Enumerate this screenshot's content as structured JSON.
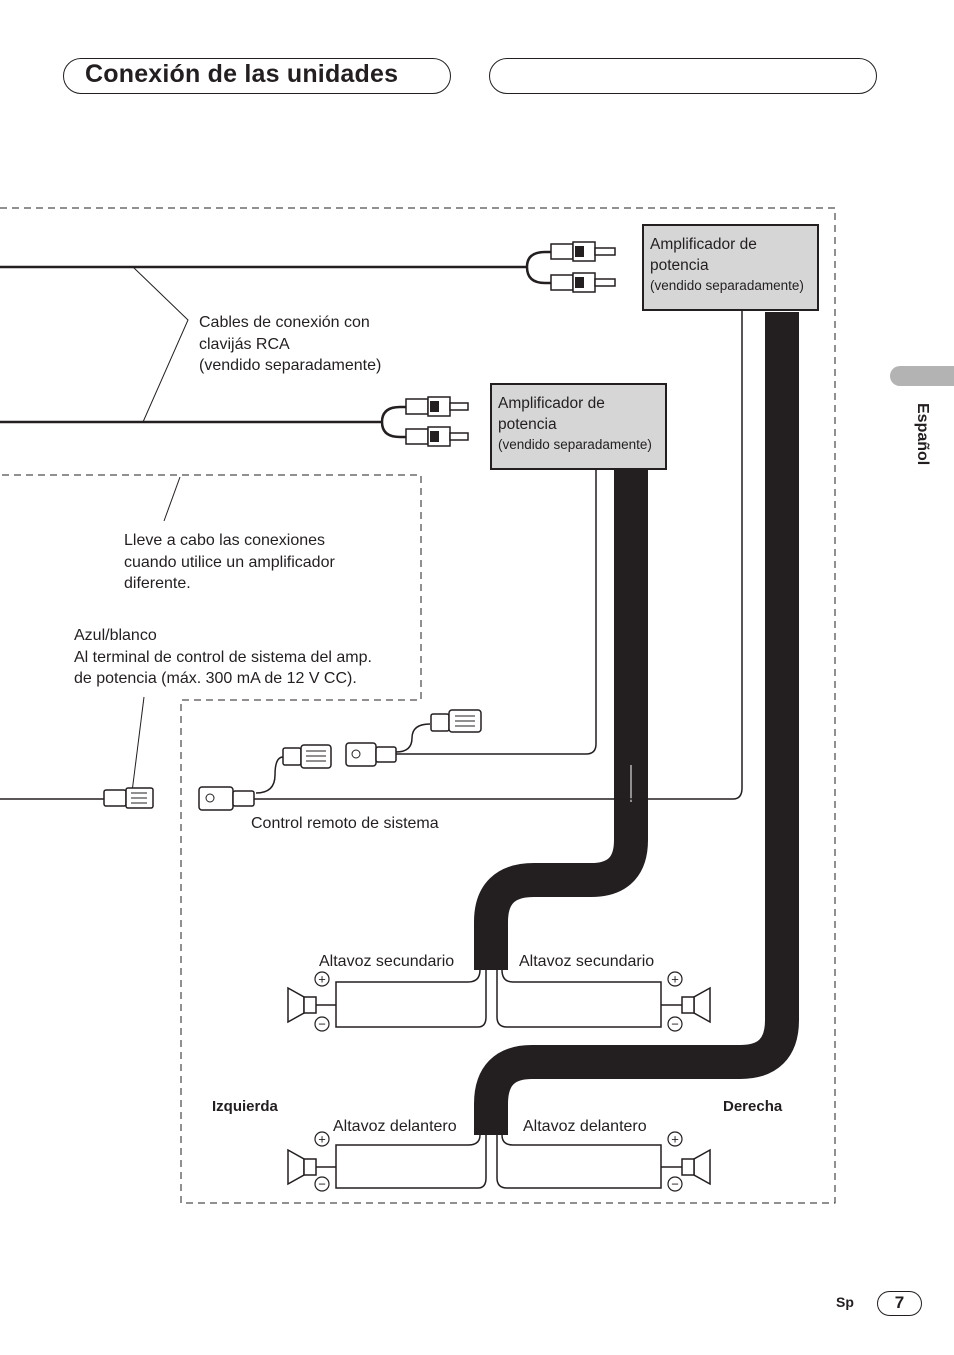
{
  "header": {
    "title": "Conexión de las unidades"
  },
  "sidebar": {
    "language": "Español"
  },
  "footer": {
    "lang_code": "Sp",
    "page_number": "7"
  },
  "diagram": {
    "rca_cables": {
      "line1": "Cables de conexión con",
      "line2": "clavijás RCA",
      "line3": "(vendido separadamente)"
    },
    "amp_top": {
      "line1": "Amplificador de",
      "line2": "potencia",
      "line3": "(vendido separadamente)"
    },
    "amp_mid": {
      "line1": "Amplificador de",
      "line2": "potencia",
      "line3": "(vendido separadamente)"
    },
    "different_amp_note": {
      "line1": "Lleve a cabo las conexiones",
      "line2": "cuando utilice un amplificador",
      "line3": "diferente."
    },
    "blue_white": {
      "line1": "Azul/blanco",
      "line2": "Al terminal de control de sistema del amp.",
      "line3": "de potencia (máx. 300 mA de 12 V CC)."
    },
    "system_remote": "Control remoto de sistema",
    "rear_left": "Altavoz secundario",
    "rear_right": "Altavoz secundario",
    "front_left": "Altavoz delantero",
    "front_right": "Altavoz delantero",
    "left_side": "Izquierda",
    "right_side": "Derecha",
    "plus_symbol": "+",
    "minus_symbol": "−"
  }
}
